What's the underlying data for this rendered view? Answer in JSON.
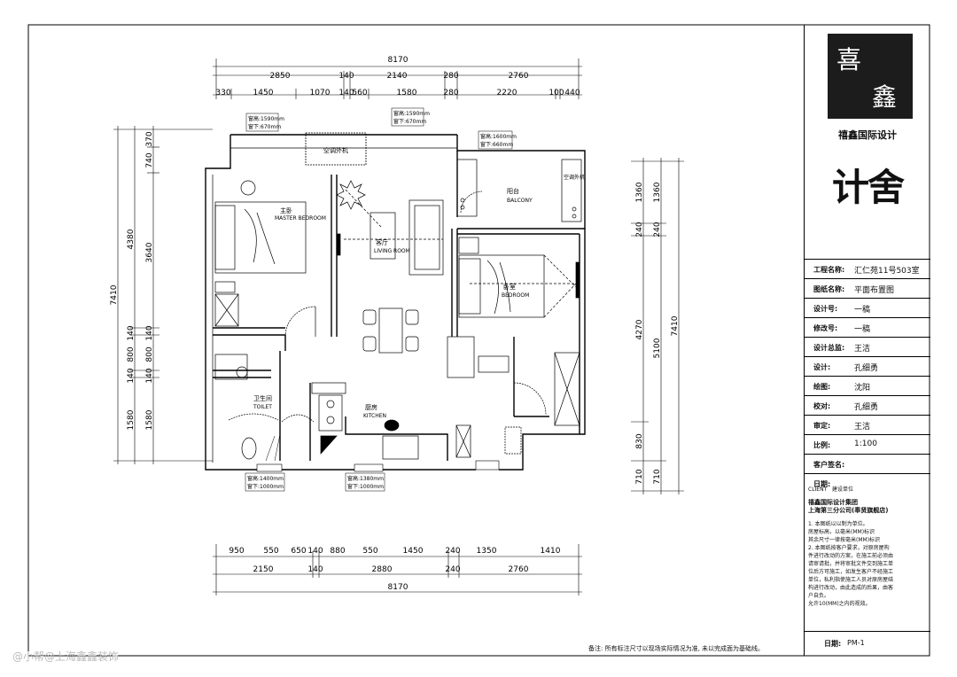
{
  "dims": {
    "top_total": "8170",
    "top_row1": [
      "2850",
      "140",
      "2140",
      "280",
      "2760"
    ],
    "top_row2": [
      "330",
      "1450",
      "1070",
      "140",
      "560",
      "1580",
      "280",
      "2220",
      "100",
      "440"
    ],
    "bottom_row1": [
      "950",
      "550",
      "650",
      "140",
      "880",
      "550",
      "1450",
      "240",
      "1350",
      "1410"
    ],
    "bottom_row2": [
      "2150",
      "140",
      "2880",
      "240",
      "2760"
    ],
    "bottom_total": "8170",
    "left_outer": "7410",
    "left_mid": [
      "4380",
      "140",
      "800",
      "140",
      "1580"
    ],
    "left_inner": [
      "370",
      "740",
      "3640",
      "140",
      "800",
      "140",
      "1580"
    ],
    "right_outer": "7410",
    "right_mid": [
      "1360",
      "240",
      "5100",
      "710"
    ],
    "right_inner": [
      "1360",
      "240",
      "4270",
      "830",
      "710"
    ]
  },
  "rooms": {
    "master_cn": "主卧",
    "master_en": "MASTER BEDROOM",
    "living_cn": "客厅",
    "living_en": "LIVING ROOM",
    "bed2_cn": "卧室",
    "bed2_en": "BEDROOM",
    "balcony_cn": "阳台",
    "balcony_en": "BALCONY",
    "kitchen_cn": "厨房",
    "kitchen_en": "KITCHEN",
    "toilet_cn": "卫生间",
    "toilet_en": "TOILET",
    "ac_top": "空调外机",
    "ac_balcony": "空调外机"
  },
  "windows": {
    "w1a": "窗高:1590mm",
    "w1b": "窗下:670mm",
    "w2a": "窗高:1590mm",
    "w2b": "窗下:670mm",
    "w3a": "窗高:1600mm",
    "w3b": "窗下:660mm",
    "w4a": "窗高:1400mm",
    "w4b": "窗下:1000mm",
    "w5a": "窗高:1380mm",
    "w5b": "窗下:1000mm"
  },
  "title_block": {
    "logo_char1": "喜",
    "logo_char2": "鑫",
    "company": "禧鑫国际设计",
    "brand": "计舍",
    "rows": [
      {
        "k": "工程名称:",
        "v": "汇仁苑11号503室"
      },
      {
        "k": "图纸名称:",
        "v": "平面布置图"
      },
      {
        "k": "设计号:",
        "v": "一稿"
      },
      {
        "k": "修改号:",
        "v": "一稿"
      },
      {
        "k": "设计总监:",
        "v": "王洁"
      },
      {
        "k": "设计:",
        "v": "孔细勇"
      },
      {
        "k": "绘图:",
        "v": "沈阳"
      },
      {
        "k": "校对:",
        "v": "孔细勇"
      },
      {
        "k": "审定:",
        "v": "王洁"
      },
      {
        "k": "比例:",
        "v": "1:100"
      },
      {
        "k": "客户签名:",
        "v": ""
      },
      {
        "k": "日期:",
        "v": ""
      }
    ],
    "client_label": "CLIENT",
    "client_small": "建设单位",
    "client_name1": "禧鑫国际设计集团",
    "client_name2": "上海第三分公司(奉贤旗舰店)",
    "notes": [
      "1. 本图纸以以制为单位。",
      "房屋标高，以毫米(MM)标识",
      "其余尺寸一律按毫米(MM)标识",
      "2. 本图纸按客户要求，对原房屋构",
      "件进行改动的方案，在施工前必须由",
      "请审请批，并将审批文件交到施工单",
      "位后方可施工，如发生客户不经施工",
      "单位，私利指使施工人员对原房屋结",
      "构进行改动，由此造成的后果，由客",
      "户自负。",
      "允许10(MM)之内的视效。"
    ],
    "date_label": "日期:",
    "sheet": "PM-1"
  },
  "footer_note": "备注: 所有标注尺寸以现场实际情况为准, 未以完成面为基础线。",
  "watermark": "@小帮@上海鑫鑫装饰"
}
